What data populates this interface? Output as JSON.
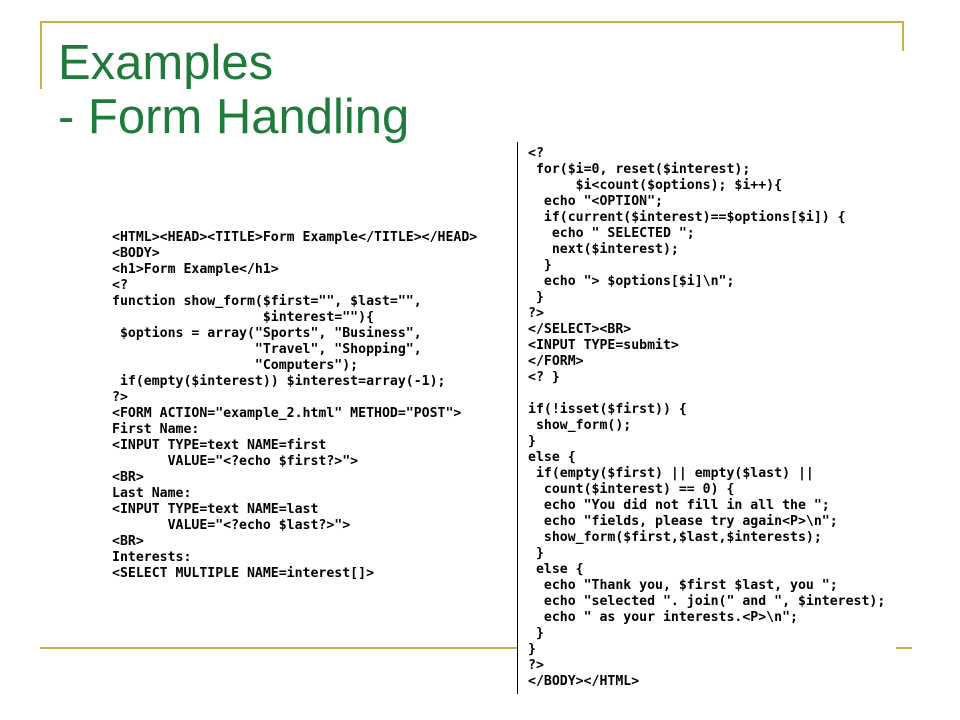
{
  "slide": {
    "title_line1": "Examples",
    "title_line2": "- Form Handling",
    "accent_color": "#c8b44a",
    "title_color": "#1f7a3b"
  },
  "code_left": "<HTML><HEAD><TITLE>Form Example</TITLE></HEAD>\n<BODY>\n<h1>Form Example</h1>\n<?\nfunction show_form($first=\"\", $last=\"\",\n                   $interest=\"\"){\n $options = array(\"Sports\", \"Business\",\n                  \"Travel\", \"Shopping\",\n                  \"Computers\");\n if(empty($interest)) $interest=array(-1);\n?>\n<FORM ACTION=\"example_2.html\" METHOD=\"POST\">\nFirst Name:\n<INPUT TYPE=text NAME=first\n       VALUE=\"<?echo $first?>\">\n<BR>\nLast Name:\n<INPUT TYPE=text NAME=last\n       VALUE=\"<?echo $last?>\">\n<BR>\nInterests:\n<SELECT MULTIPLE NAME=interest[]>",
  "code_right": "<?\n for($i=0, reset($interest);\n      $i<count($options); $i++){\n  echo \"<OPTION\";\n  if(current($interest)==$options[$i]) {\n   echo \" SELECTED \";\n   next($interest);\n  }\n  echo \"> $options[$i]\\n\";\n }\n?>\n</SELECT><BR>\n<INPUT TYPE=submit>\n</FORM>\n<? }\n\nif(!isset($first)) {\n show_form();\n}\nelse {\n if(empty($first) || empty($last) ||\n  count($interest) == 0) {\n  echo \"You did not fill in all the \";\n  echo \"fields, please try again<P>\\n\";\n  show_form($first,$last,$interests);\n }\n else {\n  echo \"Thank you, $first $last, you \";\n  echo \"selected \". join(\" and \", $interest);\n  echo \" as your interests.<P>\\n\";\n }\n}\n?>\n</BODY></HTML>"
}
